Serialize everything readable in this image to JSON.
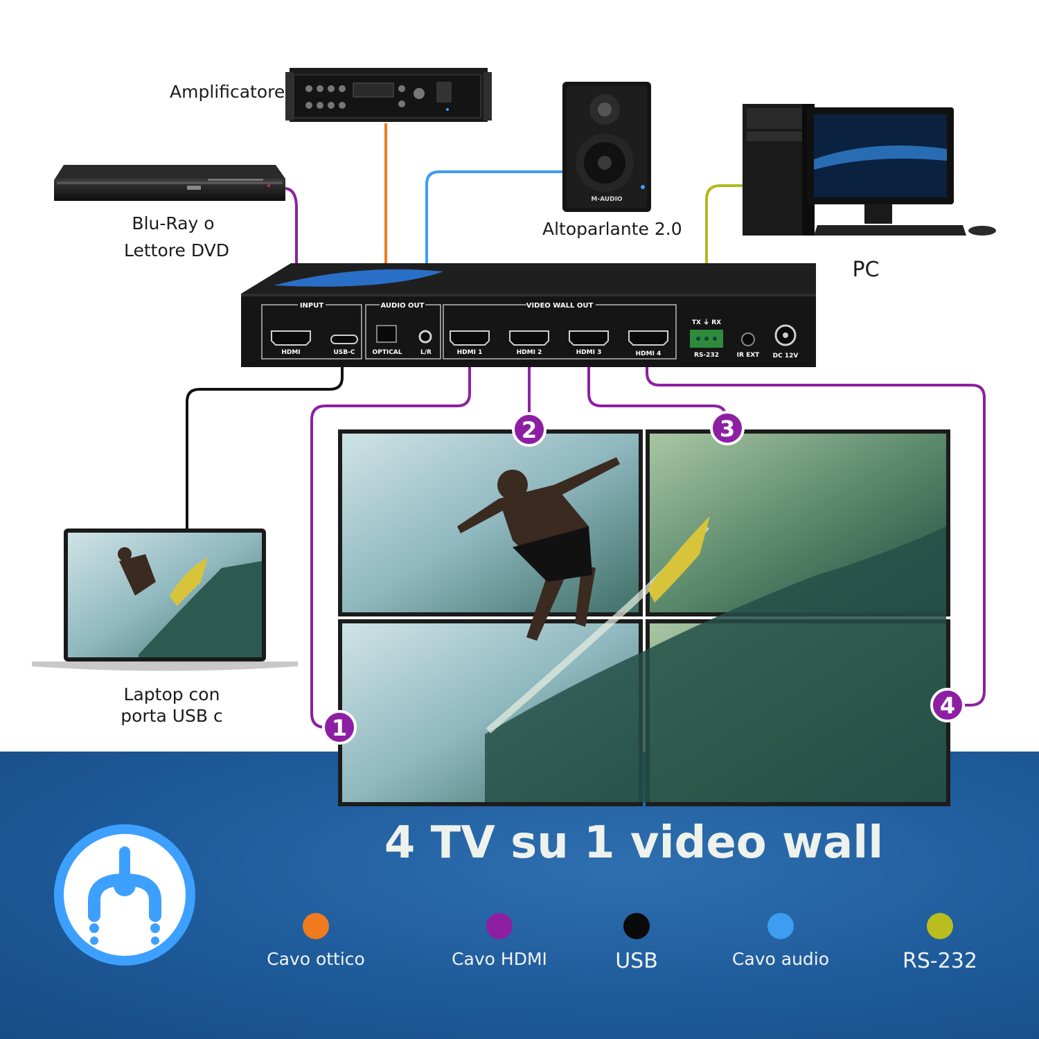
{
  "devices": {
    "amplifier": "Amplificatore",
    "bluray_line1": "Blu-Ray o",
    "bluray_line2": "Lettore DVD",
    "speaker": "Altoparlante 2.0",
    "pc": "PC",
    "laptop_line1": "Laptop con",
    "laptop_line2": "porta USB c"
  },
  "controller": {
    "input_group": "INPUT",
    "audio_group": "AUDIO OUT",
    "video_group": "VIDEO WALL OUT",
    "ports": {
      "hdmi_in": "HDMI",
      "usbc": "USB-C",
      "optical": "OPTICAL",
      "lr": "L/R",
      "hdmi1": "HDMI 1",
      "hdmi2": "HDMI 2",
      "hdmi3": "HDMI 3",
      "hdmi4": "HDMI 4",
      "txrx": "TX ⏚ RX",
      "rs232": "RS-232",
      "irext": "IR EXT",
      "dc": "DC 12V"
    }
  },
  "speaker_brand": "M-AUDIO",
  "markers": [
    "1",
    "2",
    "3",
    "4"
  ],
  "title": "4 TV su 1 video wall",
  "legend": [
    {
      "label": "Cavo ottico",
      "color": "#f07a1e"
    },
    {
      "label": "Cavo HDMI",
      "color": "#8d1fa3"
    },
    {
      "label": "USB",
      "color": "#0a0a0a"
    },
    {
      "label": "Cavo audio",
      "color": "#3d9df0"
    },
    {
      "label": "RS-232",
      "color": "#b9bd1d"
    }
  ],
  "cable_colors": {
    "optical": "#f07a1e",
    "hdmi": "#8d1fa3",
    "usb": "#111111",
    "audio": "#3d9df0",
    "rs232": "#b4b81c"
  }
}
